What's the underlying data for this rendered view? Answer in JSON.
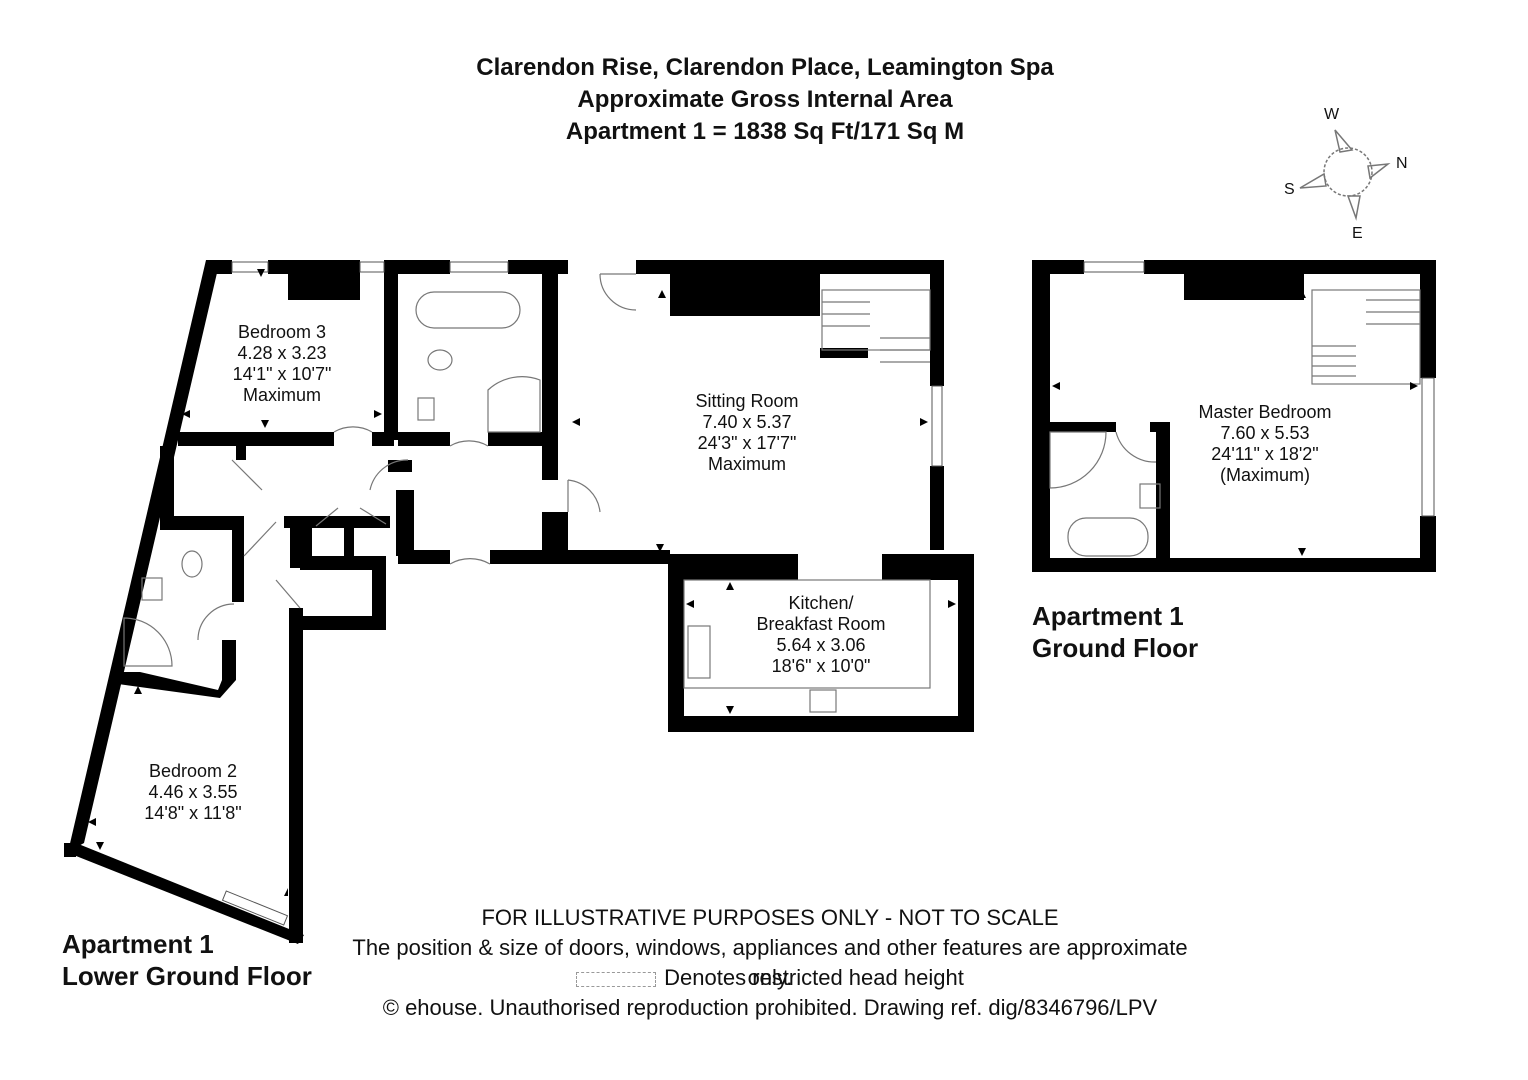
{
  "header": {
    "line1": "Clarendon Rise, Clarendon Place, Leamington Spa",
    "line2": "Approximate Gross Internal Area",
    "line3": "Apartment 1 = 1838 Sq Ft/171 Sq M"
  },
  "compass": {
    "w": "W",
    "n": "N",
    "s": "S",
    "e": "E"
  },
  "rooms": {
    "bedroom3": {
      "name": "Bedroom 3",
      "metric": "4.28 x 3.23",
      "imperial": "14'1\" x 10'7\"",
      "note": "Maximum"
    },
    "sitting": {
      "name": "Sitting Room",
      "metric": "7.40 x 5.37",
      "imperial": "24'3\" x 17'7\"",
      "note": "Maximum"
    },
    "kitchen": {
      "name1": "Kitchen/",
      "name2": "Breakfast Room",
      "metric": "5.64 x 3.06",
      "imperial": "18'6\" x 10'0\""
    },
    "bedroom2": {
      "name": "Bedroom 2",
      "metric": "4.46 x 3.55",
      "imperial": "14'8\" x 11'8\""
    },
    "master": {
      "name": "Master Bedroom",
      "metric": "7.60 x 5.53",
      "imperial": "24'11\" x 18'2\"",
      "note": "(Maximum)"
    }
  },
  "floors": {
    "ground": {
      "line1": "Apartment 1",
      "line2": "Ground Floor"
    },
    "lower": {
      "line1": "Apartment 1",
      "line2": "Lower Ground Floor"
    }
  },
  "footer": {
    "line1": "FOR ILLUSTRATIVE PURPOSES ONLY - NOT TO SCALE",
    "line2": "The position & size of doors, windows, appliances and other features are approximate only.",
    "line3": "Denotes restricted head height",
    "line4": "© ehouse. Unauthorised reproduction prohibited. Drawing ref. dig/8346796/LPV"
  },
  "colors": {
    "wall": "#000000",
    "fixture": "#777777"
  }
}
